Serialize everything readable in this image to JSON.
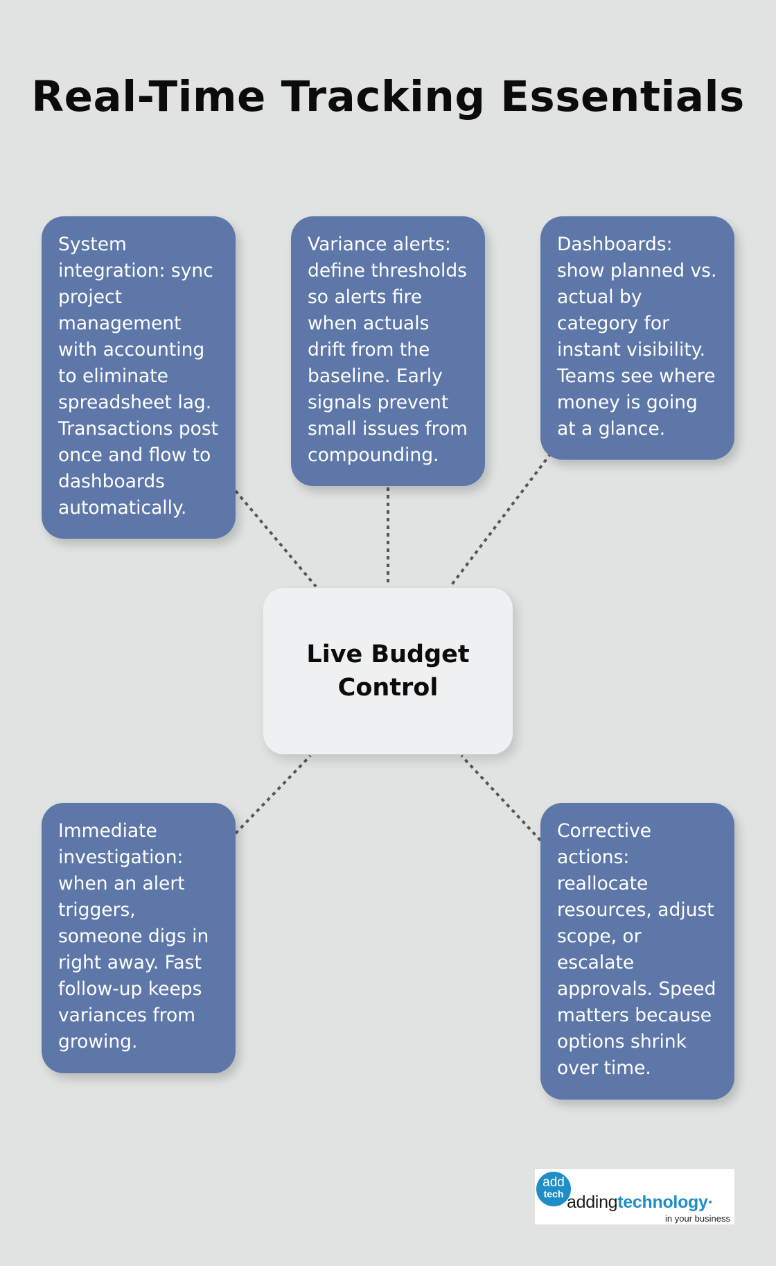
{
  "title": "Real-Time Tracking Essentials",
  "hub": {
    "label": "Live Budget Control"
  },
  "cards": [
    {
      "text": "System integration: sync project management with accounting to eliminate spreadsheet lag. Transactions post once and flow to dashboards automatically."
    },
    {
      "text": "Variance alerts: define thresholds so alerts fire when actuals drift from the baseline. Early signals prevent small issues from compounding."
    },
    {
      "text": "Dashboards: show planned vs. actual by category for instant visibility. Teams see where money is going at a glance."
    },
    {
      "text": "Immediate investigation: when an alert triggers, someone digs in right away. Fast follow-up keeps variances from growing."
    },
    {
      "text": "Corrective actions: reallocate resources, adjust scope, or escalate approvals. Speed matters because options shrink over time."
    }
  ],
  "logo": {
    "badge_top": "add",
    "badge_bottom": "tech",
    "word_plain": "adding",
    "word_bold": "technology",
    "mark": "·",
    "tagline": "in your business"
  },
  "colors": {
    "background": "#e1e3e3",
    "card": "#5e77a9",
    "hub": "#eff0f1",
    "connector": "#555555",
    "logo_accent": "#1f8ec7"
  }
}
